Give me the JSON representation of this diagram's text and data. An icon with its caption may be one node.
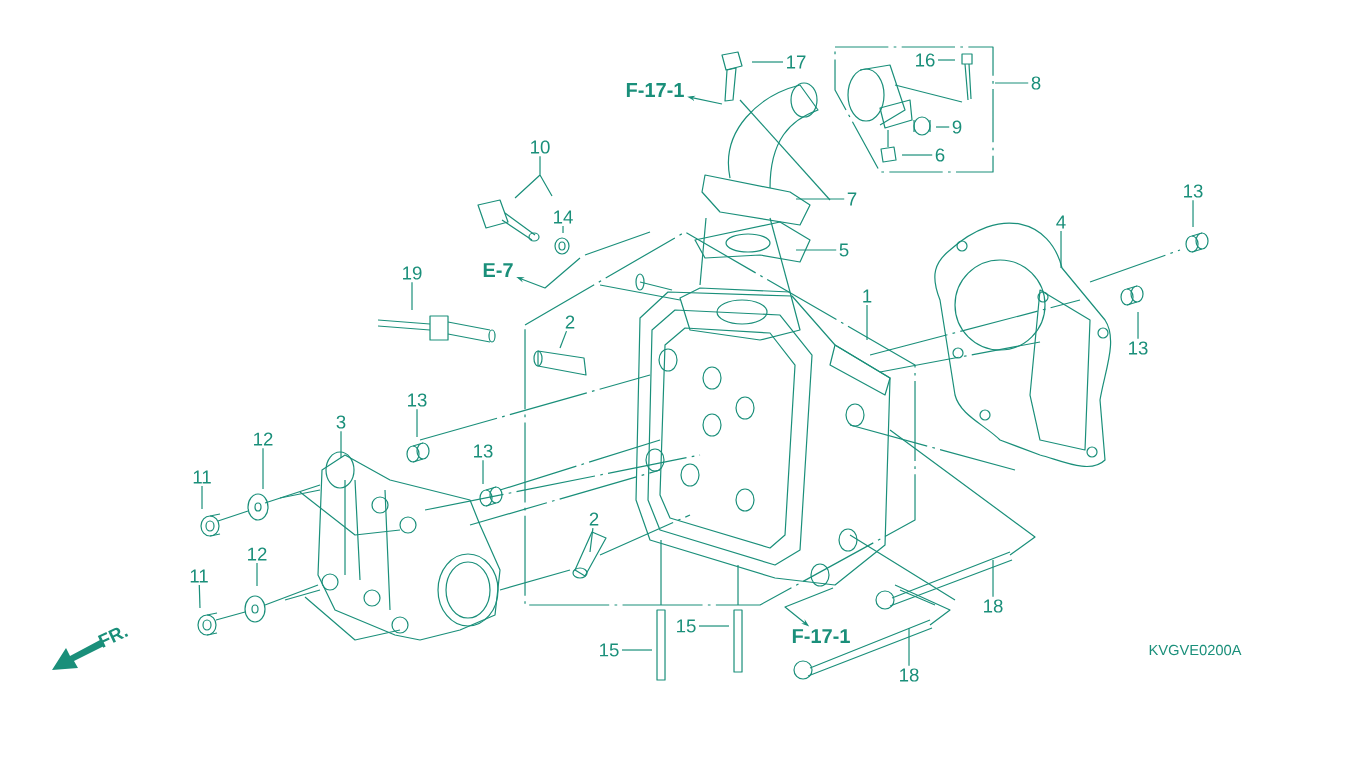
{
  "diagram": {
    "nodes": [
      {
        "text": [
          "17"
        ]
      },
      {
        "text": [
          "F-17-1"
        ]
      },
      {
        "text": [
          "16"
        ]
      },
      {
        "text": [
          "8"
        ]
      },
      {
        "text": [
          "9"
        ]
      },
      {
        "text": [
          "6"
        ]
      },
      {
        "text": [
          "10"
        ]
      },
      {
        "text": [
          "14"
        ]
      },
      {
        "text": [
          "7"
        ]
      },
      {
        "text": [
          "5"
        ]
      },
      {
        "text": [
          "E-7"
        ]
      },
      {
        "text": [
          "19"
        ]
      },
      {
        "text": [
          "1"
        ]
      },
      {
        "text": [
          "4"
        ]
      },
      {
        "text": [
          "13"
        ]
      },
      {
        "text": [
          "13"
        ]
      },
      {
        "text": [
          "2"
        ]
      },
      {
        "text": [
          "13"
        ]
      },
      {
        "text": [
          "3"
        ]
      },
      {
        "text": [
          "12"
        ]
      },
      {
        "text": [
          "13"
        ]
      },
      {
        "text": [
          "11"
        ]
      },
      {
        "text": [
          "2"
        ]
      },
      {
        "text": [
          "12"
        ]
      },
      {
        "text": [
          "11"
        ]
      },
      {
        "text": [
          "15"
        ]
      },
      {
        "text": [
          "15"
        ]
      },
      {
        "text": [
          "18"
        ]
      },
      {
        "text": [
          "18"
        ]
      },
      {
        "text": [
          "F-17-1"
        ]
      }
    ],
    "edges": [
      {
        "from": 0,
        "to": null,
        "arrow": "none"
      },
      {
        "from": null,
        "to": 1,
        "arrow": "to"
      },
      {
        "from": 2,
        "to": null,
        "arrow": "none"
      },
      {
        "from": 3,
        "to": null,
        "arrow": "none"
      },
      {
        "from": 4,
        "to": null,
        "arrow": "none"
      },
      {
        "from": 5,
        "to": null,
        "arrow": "none"
      },
      {
        "from": 6,
        "to": null,
        "arrow": "none"
      },
      {
        "from": 7,
        "to": null,
        "arrow": "none"
      },
      {
        "from": 8,
        "to": null,
        "arrow": "none"
      },
      {
        "from": 9,
        "to": null,
        "arrow": "none"
      },
      {
        "from": null,
        "to": 10,
        "arrow": "to"
      },
      {
        "from": 11,
        "to": null,
        "arrow": "none"
      },
      {
        "from": 12,
        "to": null,
        "arrow": "none"
      },
      {
        "from": 13,
        "to": null,
        "arrow": "none"
      },
      {
        "from": 14,
        "to": null,
        "arrow": "none"
      },
      {
        "from": 15,
        "to": null,
        "arrow": "none"
      },
      {
        "from": 16,
        "to": null,
        "arrow": "none"
      },
      {
        "from": 17,
        "to": null,
        "arrow": "none"
      },
      {
        "from": 18,
        "to": null,
        "arrow": "none"
      },
      {
        "from": 19,
        "to": null,
        "arrow": "none"
      },
      {
        "from": 20,
        "to": null,
        "arrow": "none"
      },
      {
        "from": 21,
        "to": null,
        "arrow": "none"
      },
      {
        "from": 22,
        "to": null,
        "arrow": "none"
      },
      {
        "from": 23,
        "to": null,
        "arrow": "none"
      },
      {
        "from": 24,
        "to": null,
        "arrow": "none"
      },
      {
        "from": 25,
        "to": null,
        "arrow": "none"
      },
      {
        "from": 26,
        "to": null,
        "arrow": "none"
      },
      {
        "from": 27,
        "to": null,
        "arrow": "none"
      },
      {
        "from": 28,
        "to": null,
        "arrow": "none"
      },
      {
        "from": null,
        "to": 29,
        "arrow": "to"
      }
    ],
    "labels": [
      "FR.",
      "KVGVE0200A"
    ]
  }
}
